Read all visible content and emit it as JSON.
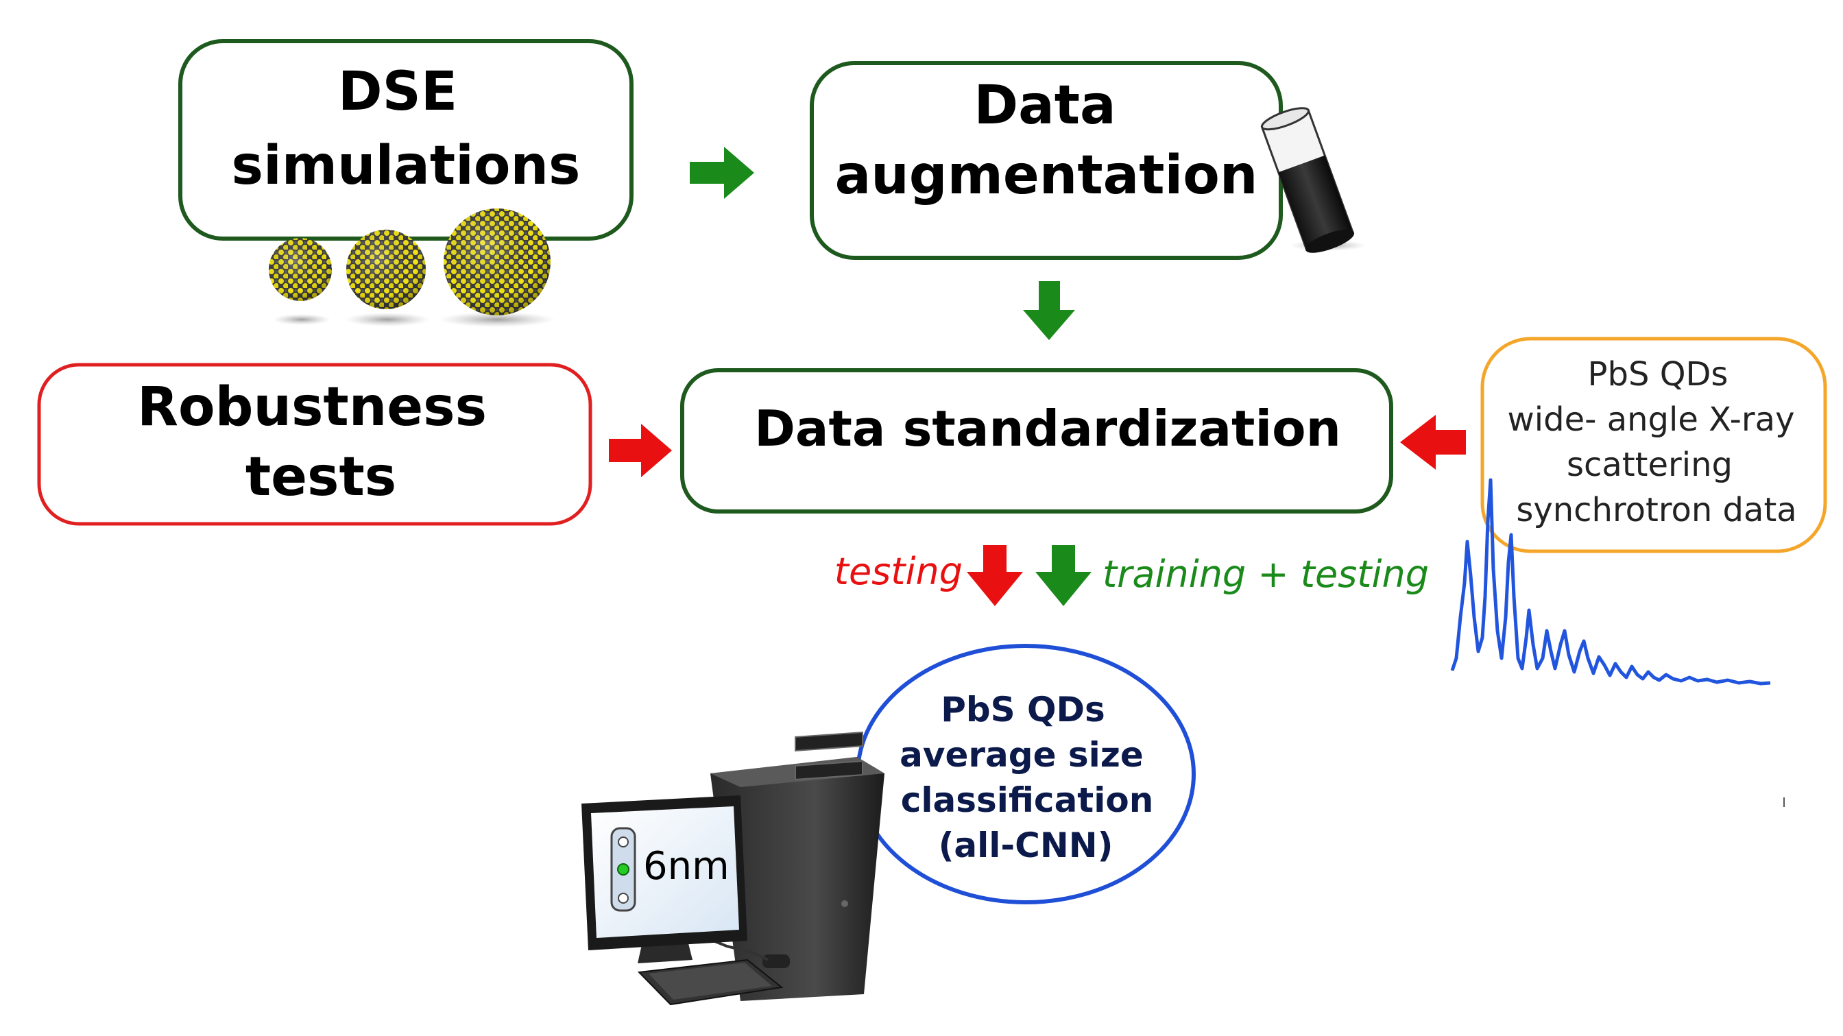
{
  "boxes": {
    "dse": {
      "line1": "DSE",
      "line2": "simulations",
      "color": "#1e5a1e"
    },
    "augmentation": {
      "line1": "Data",
      "line2": "augmentation",
      "color": "#1e5a1e"
    },
    "robustness": {
      "line1": "Robustness",
      "line2": "tests",
      "color": "#e02020"
    },
    "standardization": {
      "label": "Data standardization",
      "color": "#1e5a1e"
    },
    "waxs": {
      "line1": "PbS QDs",
      "line2": "wide- angle X-ray",
      "line3": "scattering",
      "line4": "synchrotron data",
      "color": "#f4a62a"
    },
    "classification": {
      "line1": "PbS QDs",
      "line2": "average size",
      "line3": "classification",
      "line4": "(all-CNN)",
      "color": "#1f4fd6",
      "text_color": "#0b1a4a"
    }
  },
  "arrow_labels": {
    "testing": "testing",
    "training_testing": "training + testing"
  },
  "monitor": {
    "readout": "6nm"
  },
  "colors": {
    "green_arrow": "#1a8a1a",
    "red_arrow": "#e81010",
    "spectrum": "#2255dd"
  },
  "icons": [
    "nanoparticle-sphere-icon",
    "vial-icon",
    "xray-spectrum-icon",
    "computer-icon"
  ]
}
